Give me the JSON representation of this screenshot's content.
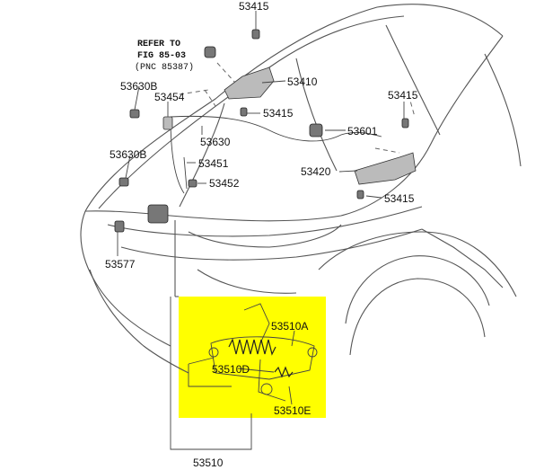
{
  "labels": {
    "p53415_top": "53415",
    "refer_line1": "REFER TO",
    "refer_line2": "FIG 85-03",
    "refer_line3": "(PNC 85387)",
    "p53410": "53410",
    "p53630B_1": "53630B",
    "p53454": "53454",
    "p53415_mid": "53415",
    "p53415_right": "53415",
    "p53601": "53601",
    "p53630": "53630",
    "p53630B_2": "53630B",
    "p53451": "53451",
    "p53420": "53420",
    "p53452": "53452",
    "p53415_low": "53415",
    "p53577": "53577",
    "p53510A": "53510A",
    "p53510D": "53510D",
    "p53510E": "53510E",
    "p53510": "53510"
  },
  "colors": {
    "highlight": "#ffff00",
    "line": "#555555",
    "text": "#111111"
  }
}
